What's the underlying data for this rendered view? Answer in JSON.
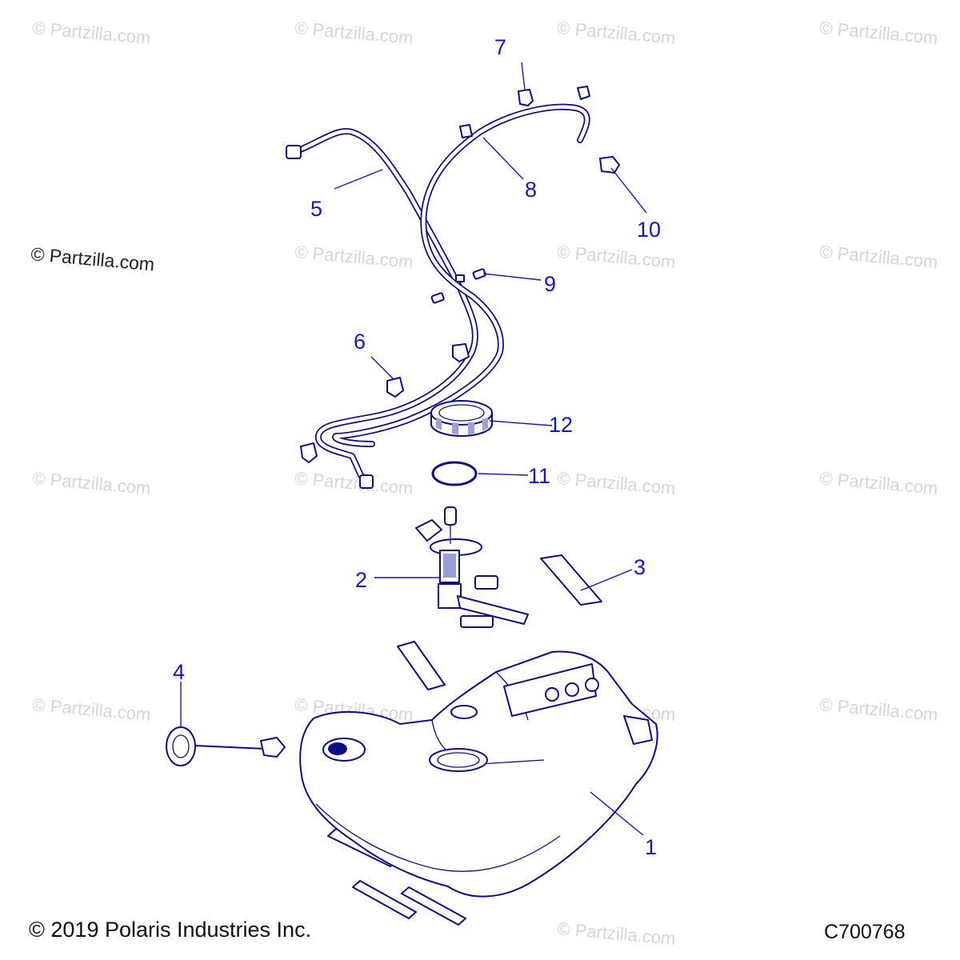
{
  "watermark": {
    "text": "© Partzilla.com",
    "prominent_text": "© Partzilla.com"
  },
  "callouts": {
    "c1": "1",
    "c2": "2",
    "c3": "3",
    "c4": "4",
    "c5": "5",
    "c6": "6",
    "c7": "7",
    "c8": "8",
    "c9": "9",
    "c10": "10",
    "c11": "11",
    "c12": "12"
  },
  "footer": {
    "copyright": "© 2019 Polaris Industries Inc.",
    "diagram_code": "C700768"
  },
  "colors": {
    "callout": "#1414d0",
    "linework": "#0d0d8a",
    "watermark": "#d6d6d6",
    "background": "#ffffff"
  }
}
